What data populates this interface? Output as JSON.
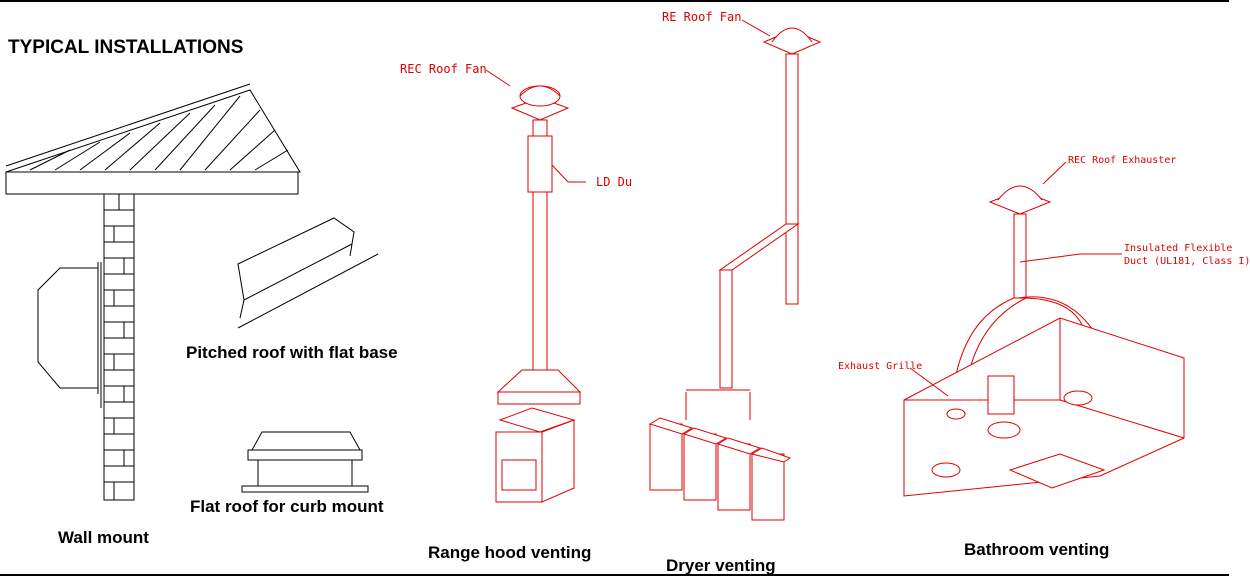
{
  "page": {
    "title": "TYPICAL INSTALLATIONS"
  },
  "captions": {
    "wall_mount": "Wall mount",
    "pitched_roof": "Pitched roof with flat base",
    "flat_roof": "Flat roof for curb mount",
    "range_hood": "Range hood venting",
    "dryer": "Dryer venting",
    "bathroom": "Bathroom venting"
  },
  "callouts": {
    "rec_roof_fan": "REC Roof Fan",
    "ld_duct": "LD Du",
    "re_roof_fan": "RE Roof Fan",
    "rec_roof_exhauster": "REC Roof Exhauster",
    "insulated_duct_line1": "Insulated Flexible",
    "insulated_duct_line2": "Duct (UL181, Class I)",
    "exhaust_grille": "Exhaust Grille"
  },
  "colors": {
    "line_black": "#000000",
    "line_red": "#e00000"
  }
}
